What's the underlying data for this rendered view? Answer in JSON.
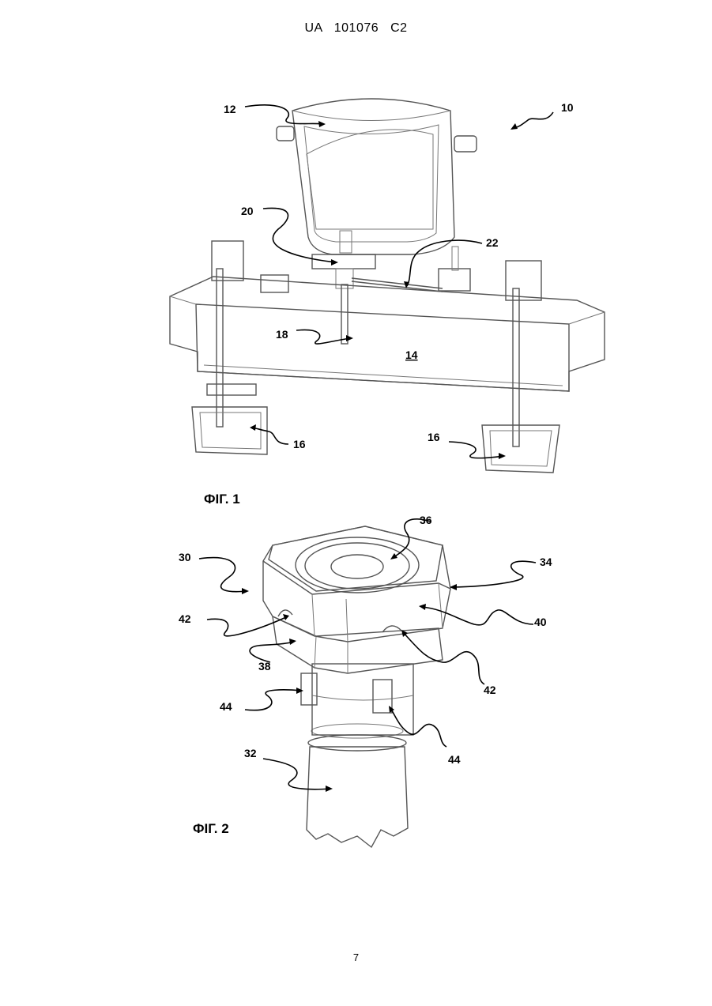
{
  "header": {
    "country": "UA",
    "number": "101076",
    "kind": "C2"
  },
  "page_number": "7",
  "figure1": {
    "caption": "ФІГ. 1",
    "labels": {
      "l10": "10",
      "l12": "12",
      "l14": "14",
      "l16a": "16",
      "l16b": "16",
      "l18": "18",
      "l20": "20",
      "l22": "22"
    }
  },
  "figure2": {
    "caption": "ФІГ. 2",
    "labels": {
      "l30": "30",
      "l32": "32",
      "l34": "34",
      "l36": "36",
      "l38": "38",
      "l40": "40",
      "l42a": "42",
      "l42b": "42",
      "l44a": "44",
      "l44b": "44"
    }
  }
}
